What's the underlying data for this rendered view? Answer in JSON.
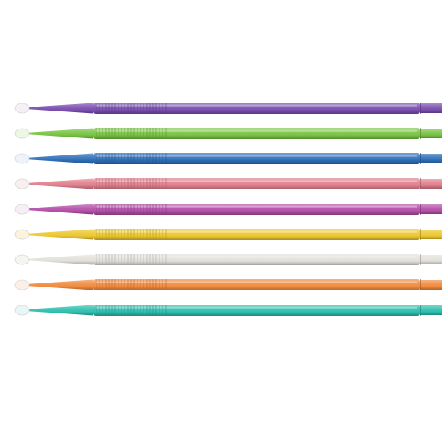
{
  "scene": {
    "subject": "micro-applicator-brushes",
    "background_color": "#ffffff",
    "applicators": [
      {
        "color_name": "purple",
        "color": "#7b4fb0",
        "tip_color": "#f3f1f6"
      },
      {
        "color_name": "green",
        "color": "#79c443",
        "tip_color": "#eef6e6"
      },
      {
        "color_name": "blue",
        "color": "#2e6fb8",
        "tip_color": "#eef2fa"
      },
      {
        "color_name": "pink",
        "color": "#e07f8c",
        "tip_color": "#f9eef0"
      },
      {
        "color_name": "magenta",
        "color": "#b44fa8",
        "tip_color": "#f7eef6"
      },
      {
        "color_name": "yellow",
        "color": "#ecc72f",
        "tip_color": "#faf4dd"
      },
      {
        "color_name": "white",
        "color": "#e2e0da",
        "tip_color": "#f6f5f2"
      },
      {
        "color_name": "orange",
        "color": "#f08a3d",
        "tip_color": "#fbefe6"
      },
      {
        "color_name": "teal",
        "color": "#2fbfae",
        "tip_color": "#e8f7f5"
      }
    ]
  }
}
